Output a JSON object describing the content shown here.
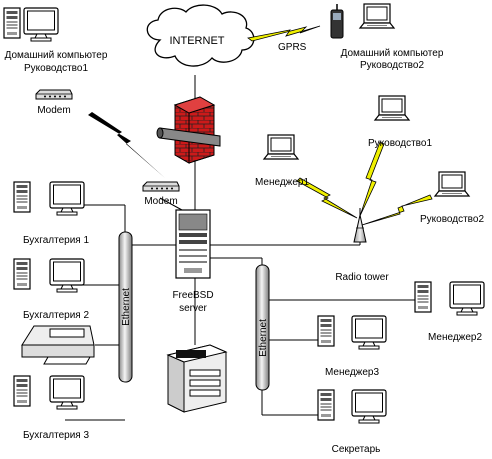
{
  "cloud_label": "INTERNET",
  "gprs_label": "GPRS",
  "home1": {
    "line1": "Домашний компьютер",
    "line2": "Руководство1"
  },
  "home2": {
    "line1": "Домашний компьютер",
    "line2": "Руководство2"
  },
  "modem_home_label": "Modem",
  "modem_server_label": "Modem",
  "server_label_1": "FreeBSD",
  "server_label_2": "server",
  "radio_tower_label": "Radio tower",
  "ethernet_left_label": "Ethernet",
  "ethernet_right_label": "Ethernet",
  "stations": {
    "buh1": "Бухгалтерия 1",
    "buh2": "Бухгалтерия 2",
    "buh3": "Бухгалтерия 3",
    "manager1": "Менеджер1",
    "manager2": "Менеджер2",
    "manager3": "Менеджер3",
    "secretary": "Секретарь",
    "boss1": "Руководство1",
    "boss2": "Руководство2"
  },
  "colors": {
    "lightning": "#f0f000",
    "firewall": "#cc1a1a",
    "pipe": "#b8b8b8",
    "cloud_fill": "#ffffff"
  }
}
